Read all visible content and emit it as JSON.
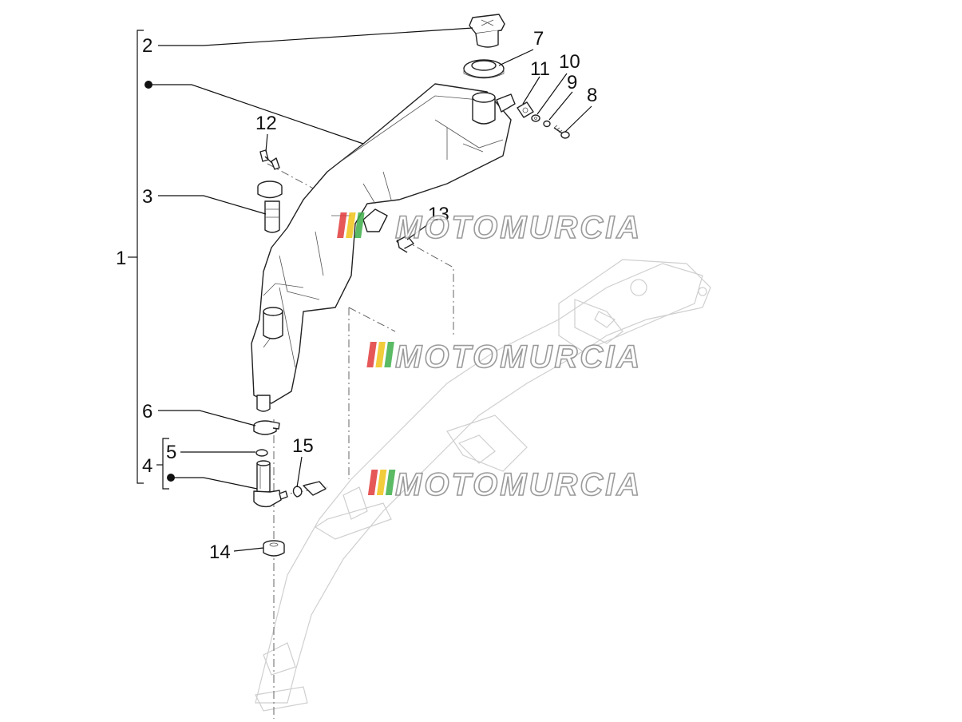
{
  "diagram": {
    "callouts": {
      "c1": "1",
      "c2": "2",
      "c3": "3",
      "c4": "4",
      "c5": "5",
      "c6": "6",
      "c7": "7",
      "c8": "8",
      "c9": "9",
      "c10": "10",
      "c11": "11",
      "c12": "12",
      "c13": "13",
      "c14": "14",
      "c15": "15"
    },
    "watermark": "MOTOMURCIA",
    "watermark_colors": [
      "#e23b3b",
      "#f0c419",
      "#3fae49",
      "#bfbfbf"
    ]
  }
}
